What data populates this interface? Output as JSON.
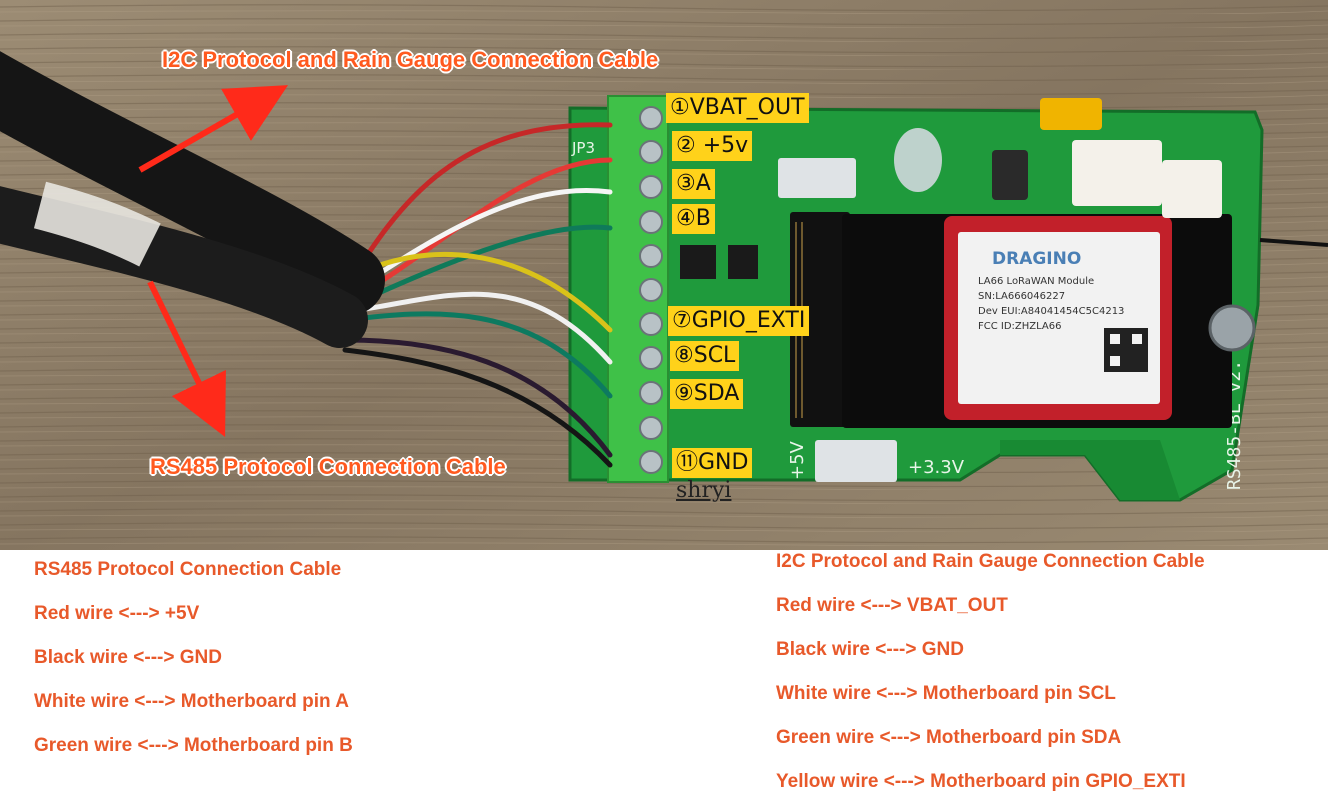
{
  "photo": {
    "caption_i2c": "I2C Protocol and Rain Gauge Connection Cable",
    "caption_rs485": "RS485 Protocol Connection Cable",
    "pins": [
      {
        "label": "①VBAT_OUT"
      },
      {
        "label": "② +5v"
      },
      {
        "label": "③A"
      },
      {
        "label": "④B"
      },
      {
        "label": "⑦GPIO_EXTI"
      },
      {
        "label": "⑧SCL"
      },
      {
        "label": "⑨SDA"
      },
      {
        "label": "⑪GND"
      }
    ],
    "handwritten_note": "shryi",
    "board_marks": {
      "jp3": "JP3",
      "module_brand": "DRAGINO",
      "module_name": "LA66 LoRaWAN Module",
      "module_sn": "SN:LA666046227",
      "module_eui": "Dev EUI:A84041454C5C4213",
      "module_fcc": "FCC ID:ZHZLA66",
      "board_name": "RS485-BL v2.",
      "voltage_5v": "+5V",
      "voltage_33v": "+3.3V"
    }
  },
  "legend": {
    "rs485": {
      "title": "RS485 Protocol Connection Cable",
      "lines": [
        "Red wire <---> +5V",
        "Black wire <---> GND",
        "White wire <---> Motherboard pin A",
        "Green wire <---> Motherboard pin B"
      ]
    },
    "i2c": {
      "title": "I2C Protocol and Rain Gauge Connection Cable",
      "lines": [
        "Red wire <---> VBAT_OUT",
        "Black wire <---> GND",
        "White wire <---> Motherboard pin SCL",
        "Green wire <---> Motherboard pin SDA",
        "Yellow wire <---> Motherboard pin GPIO_EXTI"
      ]
    }
  },
  "colors": {
    "wood": "#8a7a64",
    "pcb": "#1f9a3c",
    "terminal": "#3fc148",
    "label_bg": "#ffd21a",
    "caption": "#ff5a1f",
    "legend_text": "#e8592a",
    "arrow": "#ff2a1a"
  }
}
